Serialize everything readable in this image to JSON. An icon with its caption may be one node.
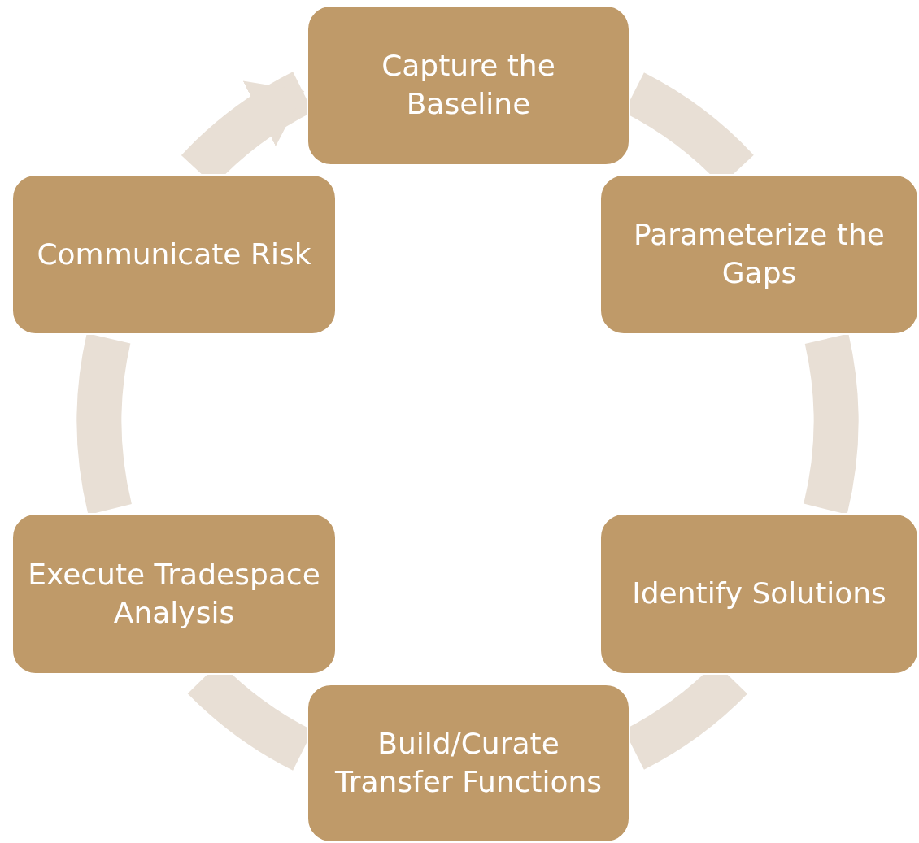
{
  "diagram": {
    "nodes": [
      {
        "text": [
          "Capture the Baseline"
        ]
      },
      {
        "text": [
          "Parameterize the Gaps"
        ]
      },
      {
        "text": [
          "Identify Solutions"
        ]
      },
      {
        "text": [
          "Build/Curate Transfer Functions"
        ]
      },
      {
        "text": [
          "Execute Tradespace Analysis"
        ]
      },
      {
        "text": [
          "Communicate Risk"
        ]
      }
    ],
    "edges": [
      {
        "from": 0,
        "to": 1,
        "arrow": "none"
      },
      {
        "from": 1,
        "to": 2,
        "arrow": "none"
      },
      {
        "from": 2,
        "to": 3,
        "arrow": "none"
      },
      {
        "from": 3,
        "to": 4,
        "arrow": "none"
      },
      {
        "from": 4,
        "to": 5,
        "arrow": "none"
      },
      {
        "from": 5,
        "to": 0,
        "arrow": "to"
      }
    ]
  }
}
